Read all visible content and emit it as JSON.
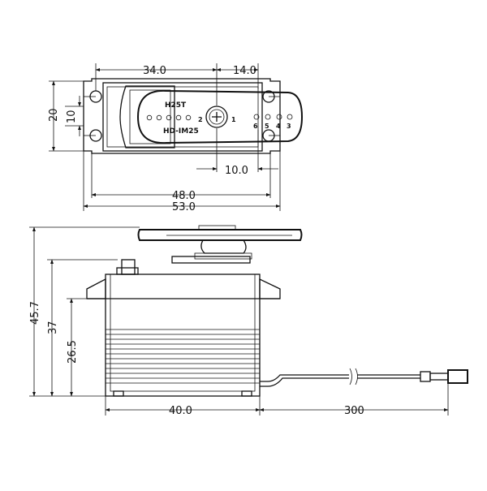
{
  "top_view": {
    "dim_34": "34.0",
    "dim_14": "14.0",
    "dim_20": "20",
    "dim_10_vertical": "10",
    "dim_10": "10.0",
    "dim_48": "48.0",
    "dim_53": "53.0",
    "horn_text_top": "H25T",
    "horn_text_bottom": "HD-IM25",
    "horn_label_1": "1",
    "horn_label_2": "2",
    "arm_labels": [
      "6",
      "5",
      "4",
      "3"
    ]
  },
  "side_view": {
    "dim_45_7": "45.7",
    "dim_37": "37",
    "dim_26_5": "26.5",
    "dim_40": "40.0",
    "dim_300": "300"
  }
}
